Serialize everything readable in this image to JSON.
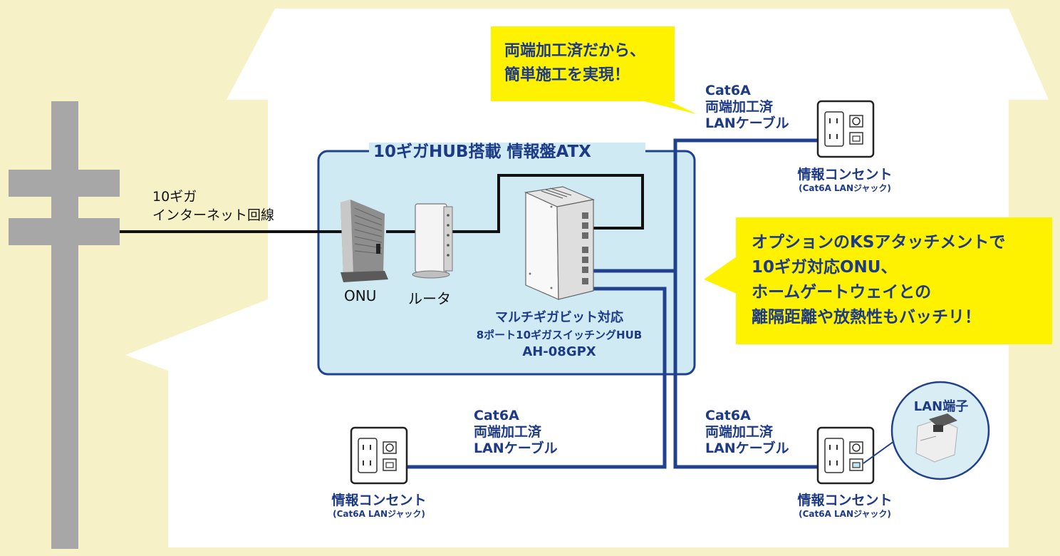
{
  "atx_title": "10ギガHUB搭載 情報盤ATX",
  "internet_line": [
    "10ギガ",
    "インターネット回線"
  ],
  "devices": {
    "onu": "ONU",
    "router": "ルータ",
    "switch_name": [
      "マルチギガビット対応",
      "8ポート10ギガスイッチングHUB",
      "AH-08GPX"
    ]
  },
  "cable_label": [
    "Cat6A",
    "両端加工済",
    "LANケーブル"
  ],
  "outlet_label": "情報コンセント",
  "outlet_sub": "(Cat6A LANジャック)",
  "callout_top": [
    "両端加工済だから、",
    "簡単施工を実現！"
  ],
  "callout_right": [
    "オプションのKSアタッチメントで",
    "10ギガ対応ONU、",
    "ホームゲートウェイとの",
    "離隔距離や放熱性もバッチリ！"
  ],
  "lan_jack_title": "LAN端子",
  "colors": {
    "background": "#f7f1c8",
    "house": "#ffffff",
    "pole": "#a7a7a7",
    "atx_box": "#cfeaf3",
    "cable": "#20418e",
    "callout": "#fff200",
    "text": "#1d3a86"
  }
}
